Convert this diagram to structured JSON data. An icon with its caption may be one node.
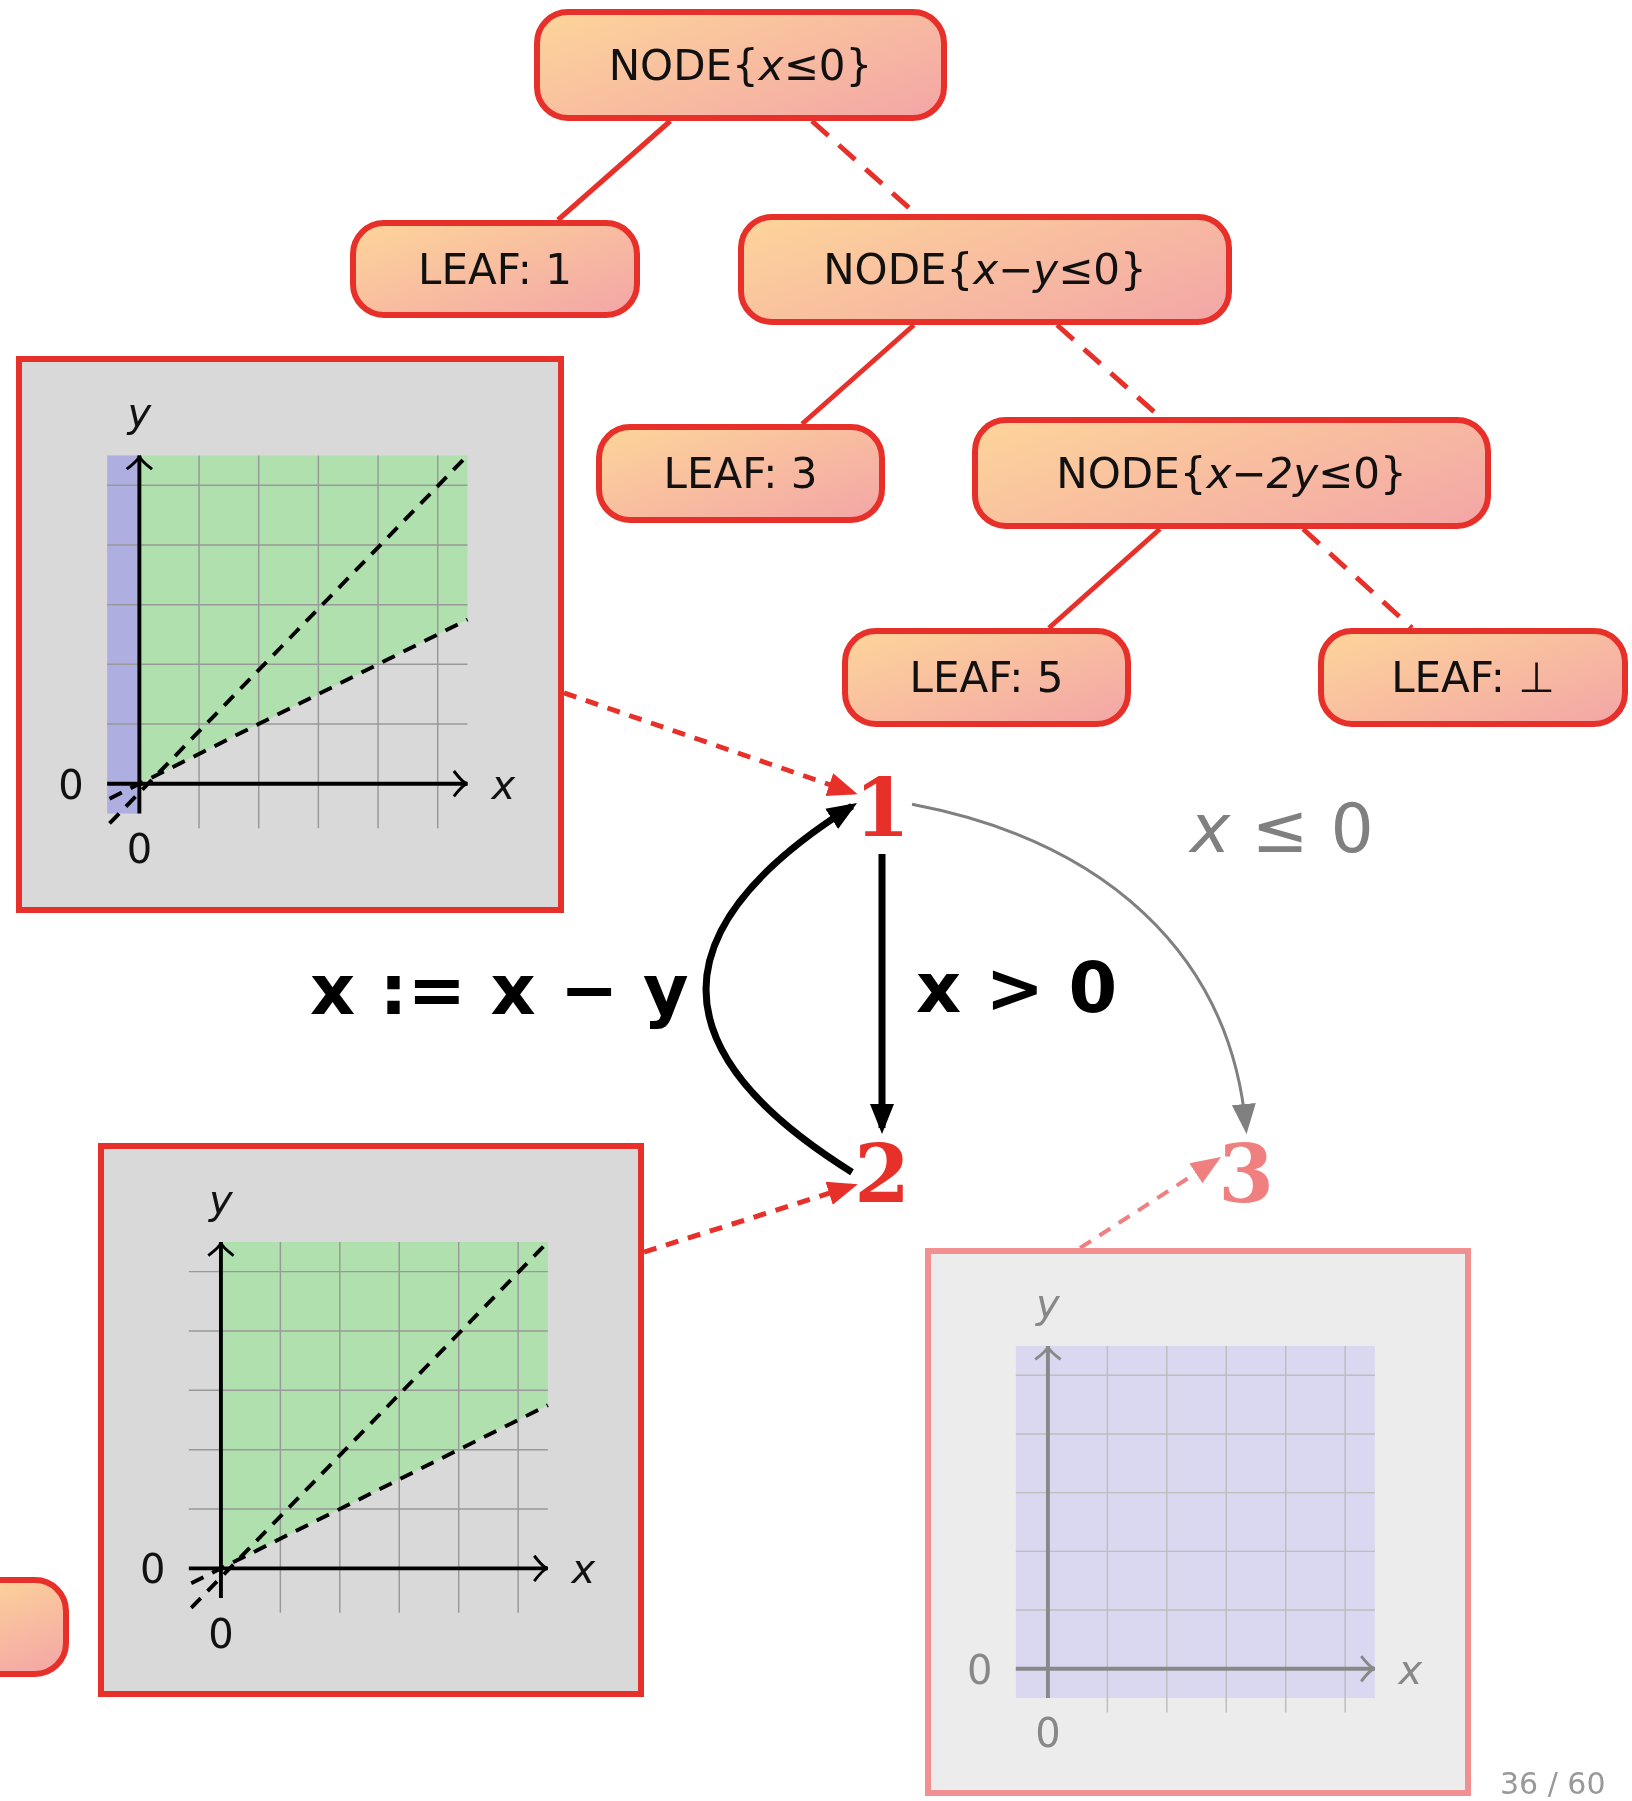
{
  "diagram": {
    "nodes": [
      {
        "text": [
          "NODE{*x*≤0}"
        ]
      },
      {
        "text": [
          "LEAF: 1"
        ]
      },
      {
        "text": [
          "NODE{*x*−*y*≤0}"
        ]
      },
      {
        "text": [
          "LEAF: 3"
        ]
      },
      {
        "text": [
          "NODE{*x−2y*≤0}"
        ]
      },
      {
        "text": [
          "LEAF: 5"
        ]
      },
      {
        "text": [
          "LEAF: ⊥"
        ]
      },
      {
        "text": [
          "y",
          "0",
          "x",
          "0"
        ]
      },
      {
        "text": [
          "1"
        ]
      },
      {
        "text": [
          "2"
        ]
      },
      {
        "text": [
          "3"
        ]
      },
      {
        "text": [
          "y",
          "0",
          "x",
          "0"
        ]
      },
      {
        "text": [
          "y",
          "0",
          "x",
          "0"
        ]
      },
      {
        "text": [],
        "shape": "box"
      }
    ],
    "edges": [
      {
        "from": 0,
        "to": 1,
        "arrow": "none"
      },
      {
        "from": 0,
        "to": 2,
        "arrow": "none",
        "style": "dashed"
      },
      {
        "from": 2,
        "to": 3,
        "arrow": "none"
      },
      {
        "from": 2,
        "to": 4,
        "arrow": "none",
        "style": "dashed"
      },
      {
        "from": 4,
        "to": 5,
        "arrow": "none"
      },
      {
        "from": 4,
        "to": 6,
        "arrow": "none",
        "style": "dashed"
      },
      {
        "from": 7,
        "to": 8,
        "arrow": "to",
        "style": "dashed"
      },
      {
        "from": 11,
        "to": 9,
        "arrow": "to",
        "style": "dashed"
      },
      {
        "from": 12,
        "to": 10,
        "arrow": "to",
        "style": "dashed",
        "color": "#f08080"
      },
      {
        "from": 8,
        "to": 9,
        "arrow": "to",
        "color": "#000000",
        "label": "x > 0"
      },
      {
        "from": 9,
        "to": 8,
        "arrow": "to",
        "color": "#000000",
        "label": "x := x − y"
      },
      {
        "from": 8,
        "to": 10,
        "arrow": "to",
        "color": "#808080",
        "label": "*x* ≤ 0"
      }
    ],
    "labels": [
      "36 / 60"
    ]
  }
}
